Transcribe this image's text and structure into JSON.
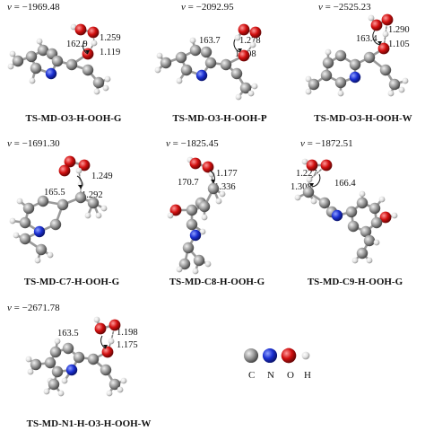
{
  "panels": [
    {
      "id": "p1",
      "freq": "−1969.48",
      "angle": "162.9",
      "d1": "1.259",
      "d2": "1.119",
      "caption": "TS-MD-O3-H-OOH-G"
    },
    {
      "id": "p2",
      "freq": "−2092.95",
      "angle": "163.7",
      "d1": "1.278",
      "d2": "1.108",
      "caption": "TS-MD-O3-H-OOH-P"
    },
    {
      "id": "p3",
      "freq": "−2525.23",
      "angle": "163.4",
      "d1": "1.290",
      "d2": "1.105",
      "caption": "TS-MD-O3-H-OOH-W"
    },
    {
      "id": "p4",
      "freq": "−1691.30",
      "angle": "165.5",
      "d1": "1.249",
      "d2": "1.292",
      "caption": "TS-MD-C7-H-OOH-G"
    },
    {
      "id": "p5",
      "freq": "−1825.45",
      "angle": "170.7",
      "d1": "1.177",
      "d2": "1.336",
      "caption": "TS-MD-C8-H-OOH-G"
    },
    {
      "id": "p6",
      "freq": "−1872.51",
      "angle": "166.4",
      "d1": "1.227",
      "d2": "1.308",
      "caption": "TS-MD-C9-H-OOH-G"
    },
    {
      "id": "p7",
      "freq": "−2671.78",
      "angle": "163.5",
      "d1": "1.198",
      "d2": "1.175",
      "caption": "TS-MD-N1-H-O3-H-OOH-W"
    }
  ],
  "nu_symbol": "ν",
  "legend": {
    "c": "C",
    "n": "N",
    "o": "O",
    "h": "H"
  },
  "colors": {
    "carbon": "#8a8a8a",
    "nitrogen": "#1a2fd1",
    "oxygen": "#d10f0f",
    "hydrogen": "#e6e6e6",
    "bond": "#9a9a9a"
  }
}
